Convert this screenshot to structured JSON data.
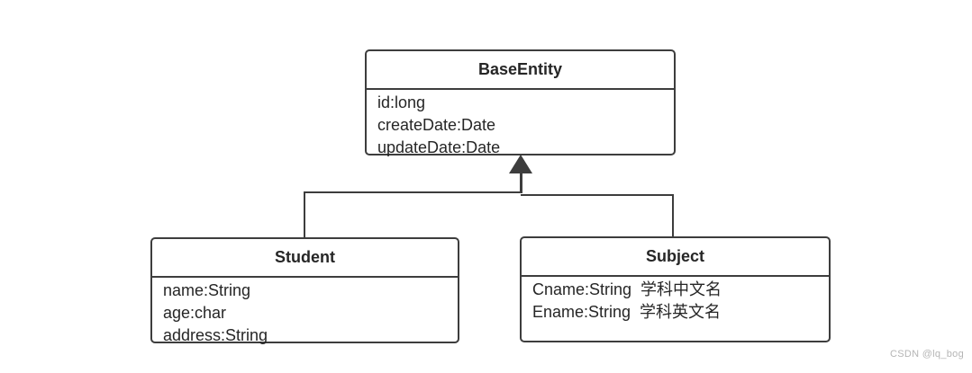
{
  "diagram": {
    "type": "uml-class-diagram",
    "classes": [
      {
        "title": "BaseEntity",
        "fields": [
          "id:long",
          "createDate:Date",
          "updateDate:Date"
        ]
      },
      {
        "title": "Student",
        "fields": [
          "name:String",
          "age:char",
          "address:String"
        ]
      },
      {
        "title": "Subject",
        "fields": [
          "Cname:String  学科中文名",
          "Ename:String  学科英文名"
        ]
      }
    ],
    "relations": [
      {
        "from": "Student",
        "to": "BaseEntity",
        "type": "inheritance"
      },
      {
        "from": "Subject",
        "to": "BaseEntity",
        "type": "inheritance"
      }
    ],
    "colors": {
      "border": "#3d3d3d",
      "text": "#262626",
      "background": "#ffffff",
      "watermark": "#b5b5b5"
    }
  },
  "watermark": {
    "text": "CSDN @lq_bog"
  }
}
